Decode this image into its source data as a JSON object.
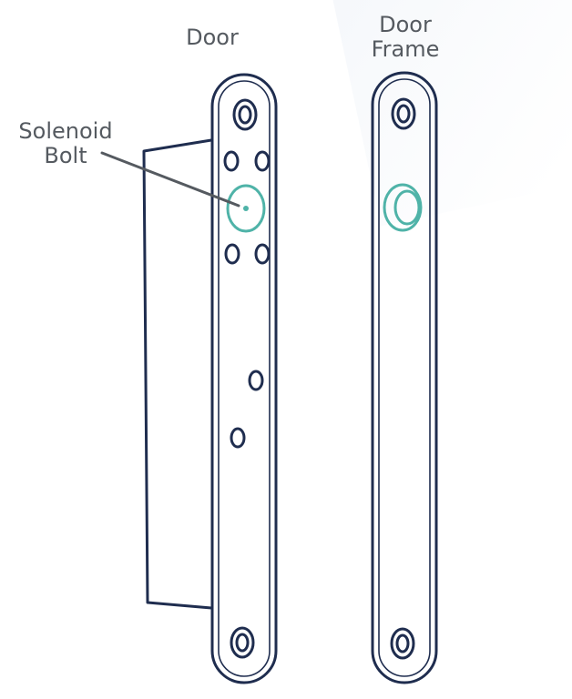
{
  "labels": {
    "door": "Door",
    "door_frame": [
      "Door",
      "Frame"
    ],
    "solenoid_bolt": [
      "Solenoid",
      "Bolt"
    ]
  },
  "colors": {
    "outline": "#1f2d4f",
    "bolt": "#4fb3a8",
    "label_text": "#555a60",
    "leader_line": "#555a60"
  }
}
